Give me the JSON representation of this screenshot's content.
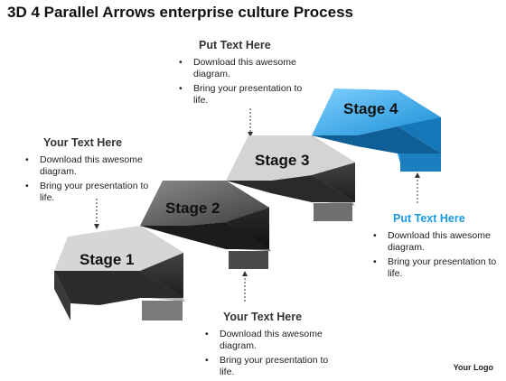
{
  "title": "3D 4 Parallel Arrows enterprise culture Process",
  "stages": [
    "Stage 1",
    "Stage 2",
    "Stage 3",
    "Stage 4"
  ],
  "callouts": {
    "top": {
      "heading": "Put Text Here",
      "bullets": [
        "Download this awesome diagram.",
        "Bring your presentation to life."
      ]
    },
    "left": {
      "heading": "Your Text Here",
      "bullets": [
        "Download this awesome diagram.",
        "Bring your presentation to life."
      ]
    },
    "right": {
      "heading": "Put Text Here",
      "bullets": [
        "Download this awesome diagram.",
        "Bring your presentation to life."
      ]
    },
    "bottom": {
      "heading": "Your Text Here",
      "bullets": [
        "Download this awesome diagram.",
        "Bring your presentation to life."
      ]
    }
  },
  "logo": "Your Logo",
  "colors": {
    "stage1": "#d9d9d9",
    "stage2": "#545454",
    "stage3": "#d3d3d3",
    "stage4": "#29a3e8",
    "accent_heading": "#1a9ae0"
  }
}
